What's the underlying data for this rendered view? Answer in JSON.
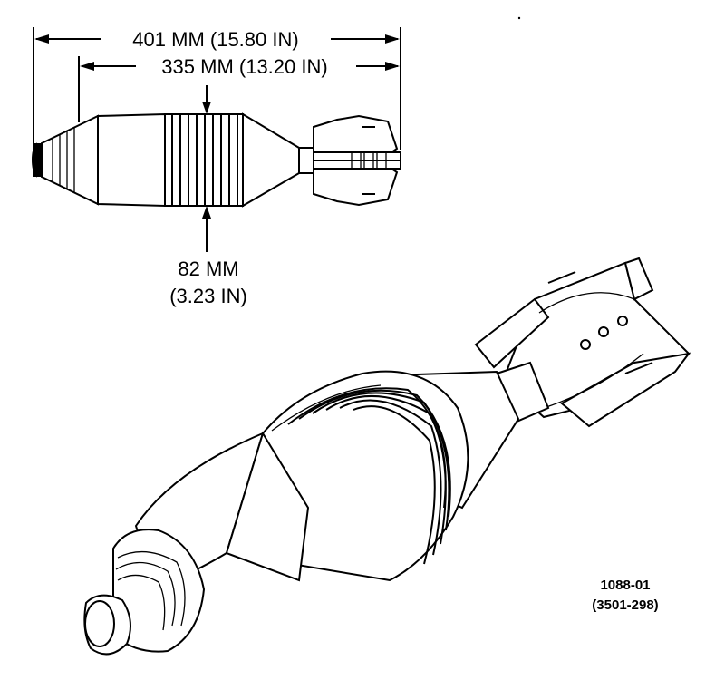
{
  "dimensions": {
    "overall_length": "401 MM (15.80 IN)",
    "body_length": "335 MM (13.20 IN)",
    "diameter_mm": "82 MM",
    "diameter_in": "(3.23 IN)"
  },
  "reference": {
    "figure_number": "1088-01",
    "drawing_number": "(3501-298)"
  },
  "colors": {
    "ink": "#000000",
    "paper": "#ffffff"
  }
}
